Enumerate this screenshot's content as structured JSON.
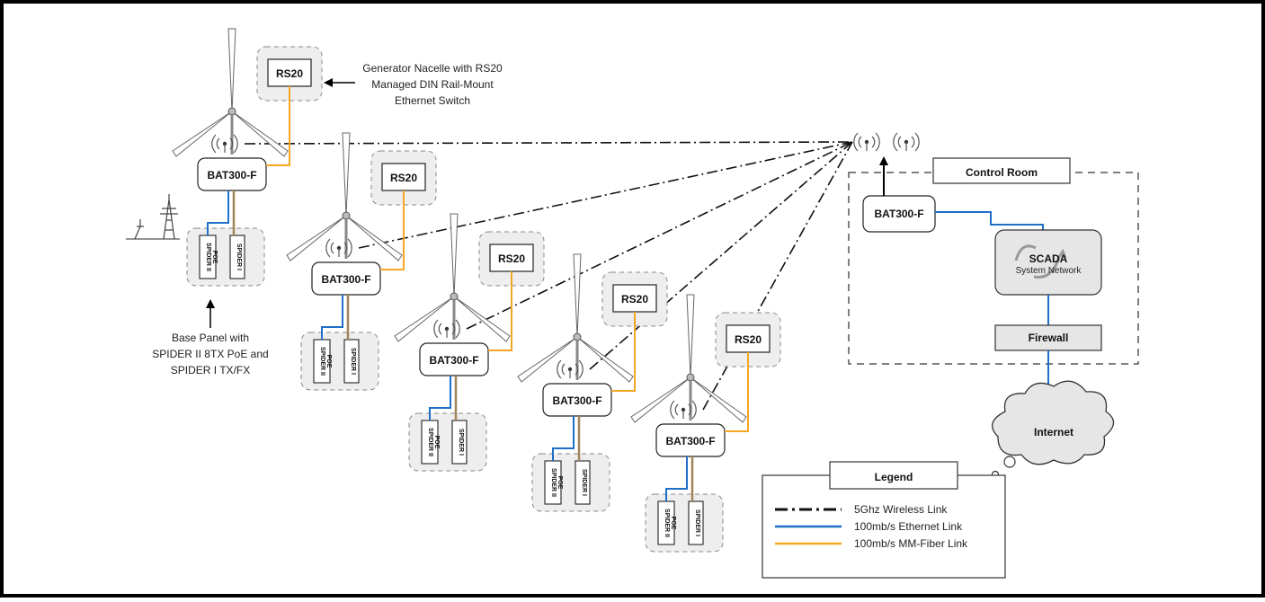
{
  "annotations": {
    "nacelle": [
      "Generator Nacelle with RS20",
      "Managed DIN Rail-Mount",
      "Ethernet Switch"
    ],
    "base_panel": [
      "Base Panel with",
      "SPIDER II 8TX PoE and",
      "SPIDER I TX/FX"
    ]
  },
  "devices": {
    "switch_label": "RS20",
    "wireless_label": "BAT300-F",
    "spider2_label": "SPIDER II",
    "spider2_sub": "POE",
    "spider1_label": "SPIDER I"
  },
  "turbine_count": 5,
  "control_room": {
    "title": "Control Room",
    "bat_label": "BAT300-F",
    "scada_title": "SCADA",
    "scada_sub": "System Network",
    "firewall_label": "Firewall"
  },
  "internet_label": "Internet",
  "legend": {
    "title": "Legend",
    "items": [
      {
        "label": "5Ghz Wireless Link",
        "style": "dashdot",
        "color": "#111111"
      },
      {
        "label": "100mb/s Ethernet Link",
        "style": "solid",
        "color": "#1f6fc9"
      },
      {
        "label": "100mb/s MM-Fiber Link",
        "style": "solid",
        "color": "#f5a623"
      }
    ]
  },
  "colors": {
    "ethernet": "#1f6fc9",
    "fiber": "#f5a623",
    "wireless": "#111111",
    "border": "#000000"
  }
}
